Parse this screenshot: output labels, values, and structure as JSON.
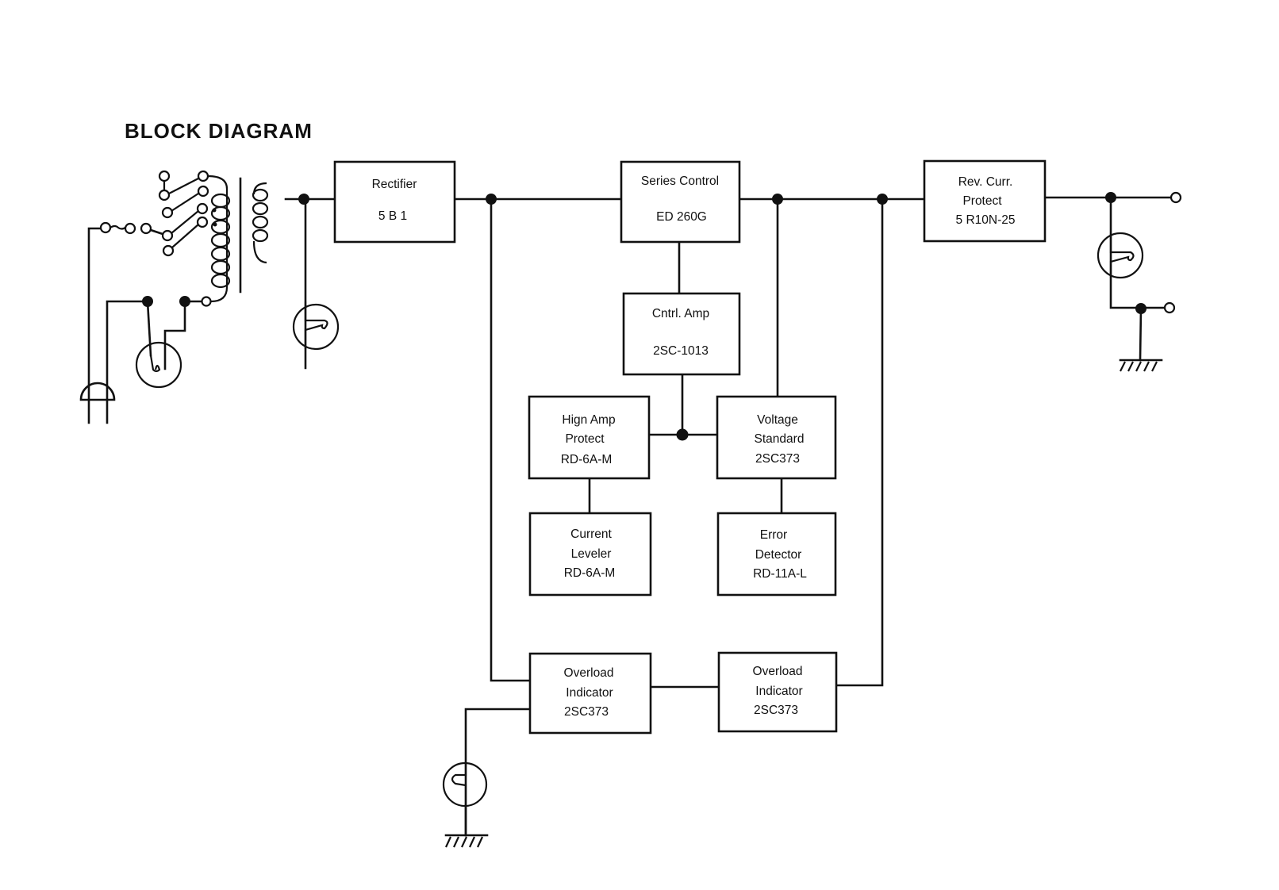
{
  "title": "BLOCK DIAGRAM",
  "blocks": {
    "rectifier": {
      "lines": [
        "Rectifier",
        "5 B 1"
      ]
    },
    "series_control": {
      "lines": [
        "Series Control",
        "ED 260G"
      ]
    },
    "rev_curr_protect": {
      "lines": [
        "Rev. Curr.",
        "Protect",
        "5 R10N-25"
      ]
    },
    "cntrl_amp": {
      "lines": [
        "Cntrl. Amp",
        "2SC-1013"
      ]
    },
    "high_amp_protect": {
      "lines": [
        "Hign Amp",
        "Protect",
        "RD-6A-M"
      ]
    },
    "voltage_standard": {
      "lines": [
        "Voltage",
        "Standard",
        "2SC373"
      ]
    },
    "current_leveler": {
      "lines": [
        "Current",
        "Leveler",
        "RD-6A-M"
      ]
    },
    "error_detector": {
      "lines": [
        "Error",
        "Detector",
        "RD-11A-L"
      ]
    },
    "overload_indicator_left": {
      "lines": [
        "Overload",
        "Indicator",
        "2SC373"
      ]
    },
    "overload_indicator_right": {
      "lines": [
        "Overload",
        "Indicator",
        "2SC373"
      ]
    }
  },
  "symbols": [
    "power-plug",
    "fuse",
    "voltage-selector-switch",
    "transformer",
    "pilot-lamp",
    "indicator-lamp",
    "output-terminal",
    "ground"
  ]
}
